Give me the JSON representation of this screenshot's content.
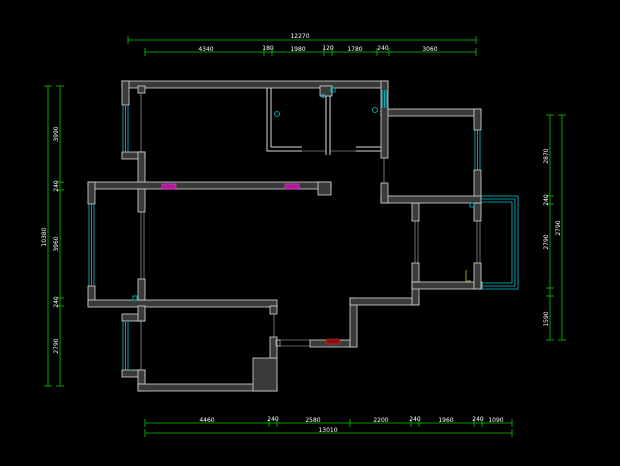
{
  "drawing": {
    "background_color": "#000000",
    "wall_color": "#3a3a3a",
    "wall_outline_color": "#d9d9d9",
    "dimension_color": "#00cc00",
    "window_color": "#00c8d8",
    "door_marker_color": "#b0189c",
    "red_marker_color": "#8a1010"
  },
  "dimensions": {
    "top_total": "12270",
    "top_segments": [
      "4340",
      "180",
      "1980",
      "120",
      "1780",
      "240",
      "3060"
    ],
    "left_total": "10380",
    "left_segments": [
      "3990",
      "240",
      "3960",
      "240",
      "2790"
    ],
    "right_segments": [
      "2870",
      "240",
      "2790",
      "1590"
    ],
    "right_total": "2790",
    "bottom_segments": [
      "4460",
      "240",
      "2580",
      "2200",
      "240",
      "1960",
      "240",
      "1090"
    ],
    "bottom_total": "13010"
  }
}
